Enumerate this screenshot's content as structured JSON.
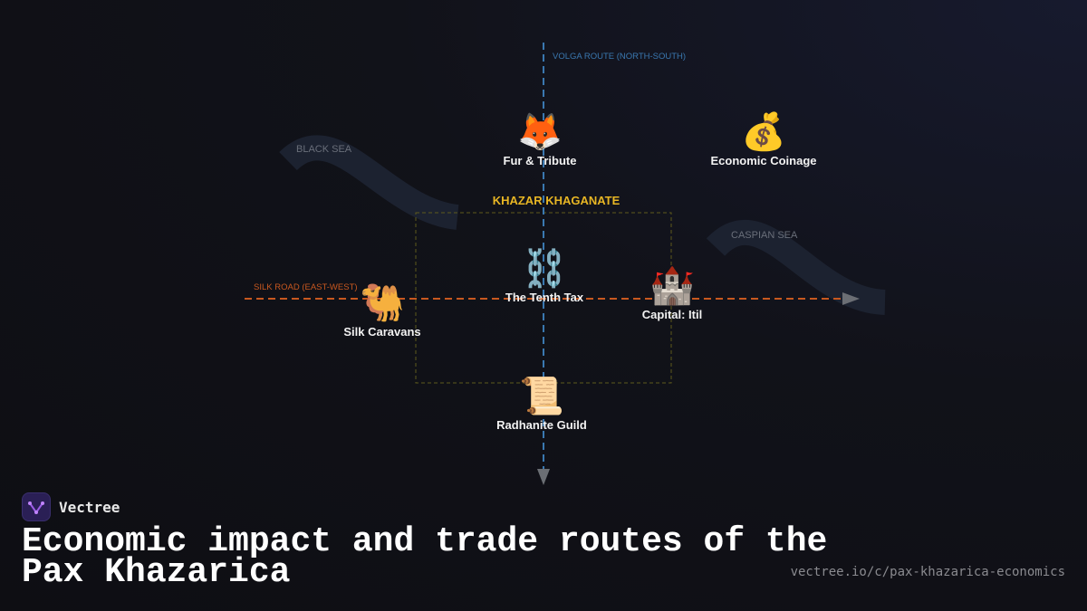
{
  "brand": {
    "name": "Vectree"
  },
  "title": "Economic impact and trade routes of the Pax Khazarica",
  "url": "vectree.io/c/pax-khazarica-economics",
  "routes": {
    "volga": "VOLGA ROUTE (NORTH-SOUTH)",
    "silk": "SILK ROAD (EAST-WEST)"
  },
  "seas": {
    "black": "BLACK SEA",
    "caspian": "CASPIAN SEA"
  },
  "region": {
    "label": "KHAZAR KHAGANATE"
  },
  "nodes": {
    "fur": {
      "icon": "🦊",
      "label": "Fur & Tribute"
    },
    "coinage": {
      "icon": "💰",
      "label": "Economic Coinage"
    },
    "tax": {
      "icon": "⛓️",
      "label": "The Tenth Tax"
    },
    "caravans": {
      "icon": "🐫",
      "label": "Silk Caravans"
    },
    "capital": {
      "icon": "🏰",
      "label": "Capital: Itil"
    },
    "guild": {
      "icon": "📜",
      "label": "Radhanite Guild"
    }
  },
  "colors": {
    "volga": "#3a78b0",
    "silk": "#c8581f",
    "region": "#e8b624",
    "region_border": "#5e5a1c",
    "sea": "#1c2230",
    "sea_label": "#6a6f7a"
  }
}
